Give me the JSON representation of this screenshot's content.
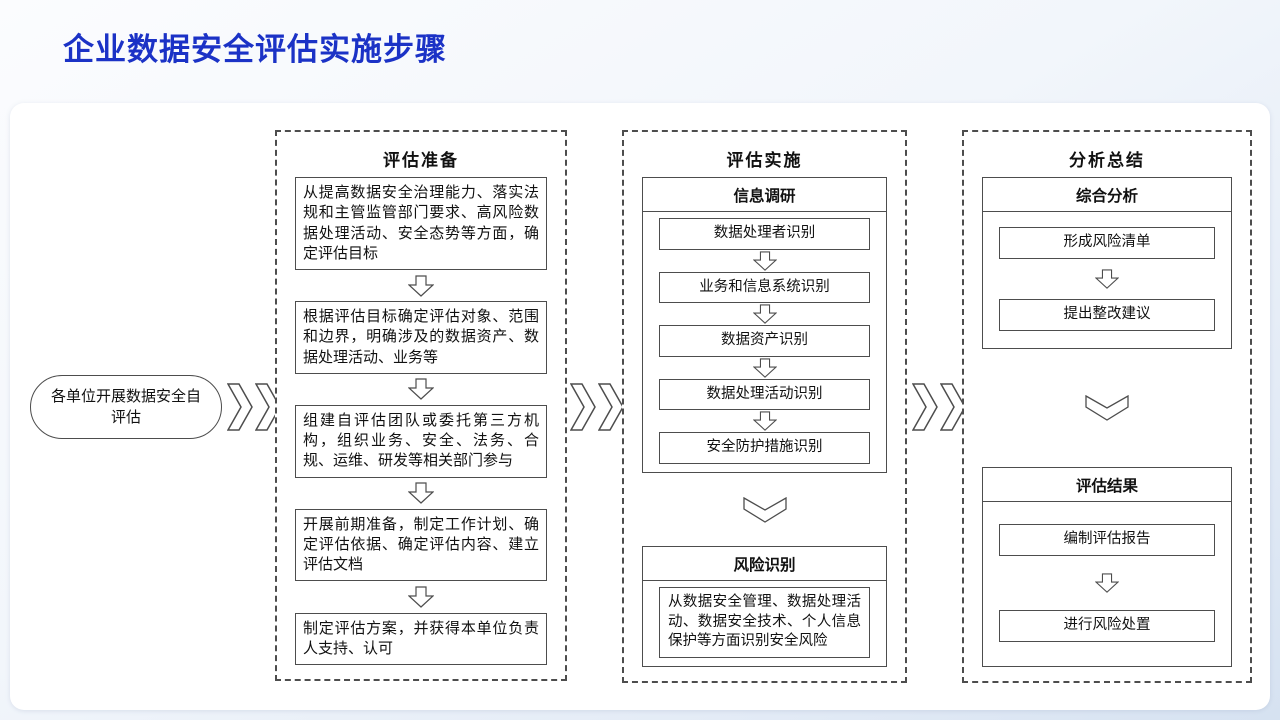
{
  "page": {
    "title": "企业数据安全评估实施步骤"
  },
  "colors": {
    "title_blue": "#1b32c6",
    "diagram_border_gray": "#4d4d4d"
  },
  "start": {
    "label": "各单位开展数据安全自评估"
  },
  "columns": [
    {
      "title": "评估准备",
      "steps": [
        "从提高数据安全治理能力、落实法规和主管监管部门要求、高风险数据处理活动、安全态势等方面，确定评估目标",
        "根据评估目标确定评估对象、范围和边界，明确涉及的数据资产、数据处理活动、业务等",
        "组建自评估团队或委托第三方机构，组织业务、安全、法务、合规、运维、研发等相关部门参与",
        "开展前期准备，制定工作计划、确定评估依据、确定评估内容、建立评估文档",
        "制定评估方案，并获得本单位负责人支持、认可"
      ]
    },
    {
      "title": "评估实施",
      "groups": [
        {
          "title": "信息调研",
          "items": [
            "数据处理者识别",
            "业务和信息系统识别",
            "数据资产识别",
            "数据处理活动识别",
            "安全防护措施识别"
          ]
        },
        {
          "title": "风险识别",
          "items": [
            "从数据安全管理、数据处理活动、数据安全技术、个人信息保护等方面识别安全风险"
          ]
        }
      ]
    },
    {
      "title": "分析总结",
      "groups": [
        {
          "title": "综合分析",
          "items": [
            "形成风险清单",
            "提出整改建议"
          ]
        },
        {
          "title": "评估结果",
          "items": [
            "编制评估报告",
            "进行风险处置"
          ]
        }
      ]
    }
  ]
}
